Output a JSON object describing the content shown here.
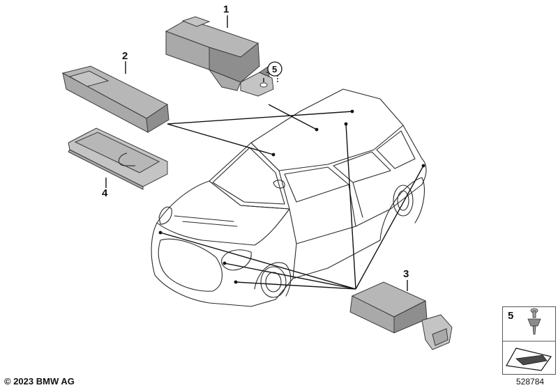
{
  "callouts": {
    "item_1": "1",
    "item_2": "2",
    "item_3": "3",
    "item_4": "4",
    "item_5": "5"
  },
  "legend": {
    "item_5": "5"
  },
  "footer": {
    "copyright": "© 2023 BMW AG",
    "drawing_number": "528784"
  }
}
